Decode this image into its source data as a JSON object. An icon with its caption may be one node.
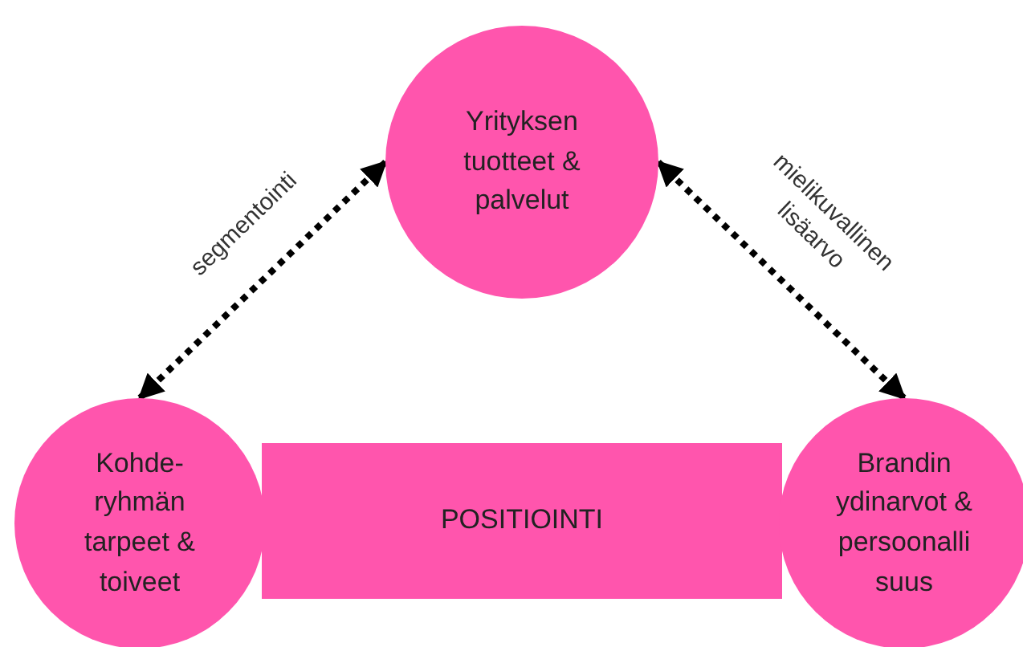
{
  "diagram": {
    "nodes": [
      {
        "text": [
          "Yrityksen tuotteet & palvelut"
        ]
      },
      {
        "text": [
          "Kohde- ryhmän tarpeet & toiveet"
        ]
      },
      {
        "text": [
          "POSITIOINTI"
        ]
      },
      {
        "text": [
          "Brandin ydinarvot & persoonalli suus"
        ]
      }
    ],
    "edges": [
      {
        "from": 0,
        "to": 1,
        "arrow": "both",
        "label": "segmentointi",
        "style": "dashed"
      },
      {
        "from": 0,
        "to": 3,
        "arrow": "both",
        "label": "mielikuvallinen lisäarvo",
        "style": "dashed"
      }
    ]
  }
}
